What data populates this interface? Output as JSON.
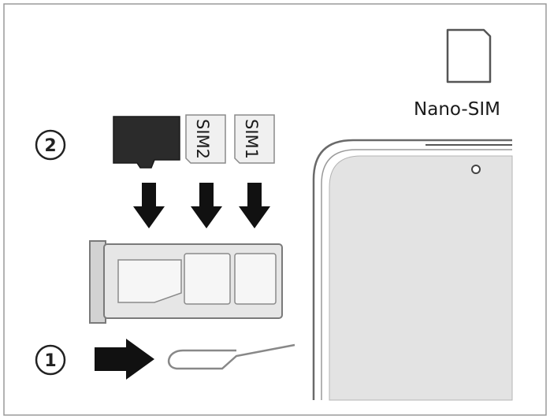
{
  "step_markers": {
    "step1": "1",
    "step2": "2"
  },
  "card_labels": {
    "sim2": "SIM2",
    "sim1": "SIM1"
  },
  "nano_sim_label": "Nano-SIM",
  "icons": {
    "nano_sim": "nano-sim-card-icon",
    "micro_sd": "micro-sd-card-icon",
    "arrow_down": "down-arrow-icon",
    "arrow_right": "right-arrow-icon",
    "eject_pin": "eject-pin-icon",
    "phone": "phone-corner-icon",
    "camera": "camera-icon",
    "tray": "sim-tray-icon"
  }
}
